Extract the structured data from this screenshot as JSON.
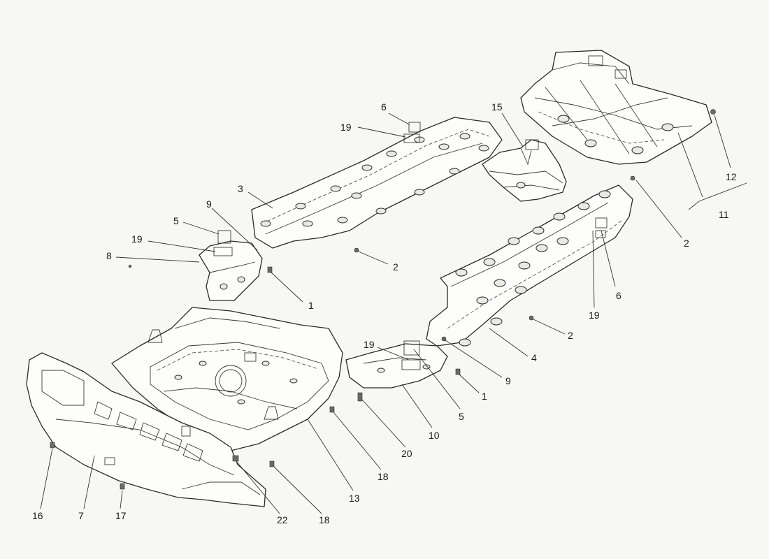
{
  "diagram": {
    "callouts": [
      {
        "id": "c6a",
        "label": "6"
      },
      {
        "id": "c19a",
        "label": "19"
      },
      {
        "id": "c15",
        "label": "15"
      },
      {
        "id": "c12",
        "label": "12"
      },
      {
        "id": "c11",
        "label": "11"
      },
      {
        "id": "c2a",
        "label": "2"
      },
      {
        "id": "c3",
        "label": "3"
      },
      {
        "id": "c9a",
        "label": "9"
      },
      {
        "id": "c5a",
        "label": "5"
      },
      {
        "id": "c19b",
        "label": "19"
      },
      {
        "id": "c8",
        "label": "8"
      },
      {
        "id": "c2b",
        "label": "2"
      },
      {
        "id": "c1a",
        "label": "1"
      },
      {
        "id": "c6b",
        "label": "6"
      },
      {
        "id": "c19c",
        "label": "19"
      },
      {
        "id": "c2c",
        "label": "2"
      },
      {
        "id": "c4",
        "label": "4"
      },
      {
        "id": "c19d",
        "label": "19"
      },
      {
        "id": "c9b",
        "label": "9"
      },
      {
        "id": "c1b",
        "label": "1"
      },
      {
        "id": "c5b",
        "label": "5"
      },
      {
        "id": "c10",
        "label": "10"
      },
      {
        "id": "c20",
        "label": "20"
      },
      {
        "id": "c18a",
        "label": "18"
      },
      {
        "id": "c13",
        "label": "13"
      },
      {
        "id": "c18b",
        "label": "18"
      },
      {
        "id": "c22",
        "label": "22"
      },
      {
        "id": "c16",
        "label": "16"
      },
      {
        "id": "c7",
        "label": "7"
      },
      {
        "id": "c17",
        "label": "17"
      }
    ]
  }
}
